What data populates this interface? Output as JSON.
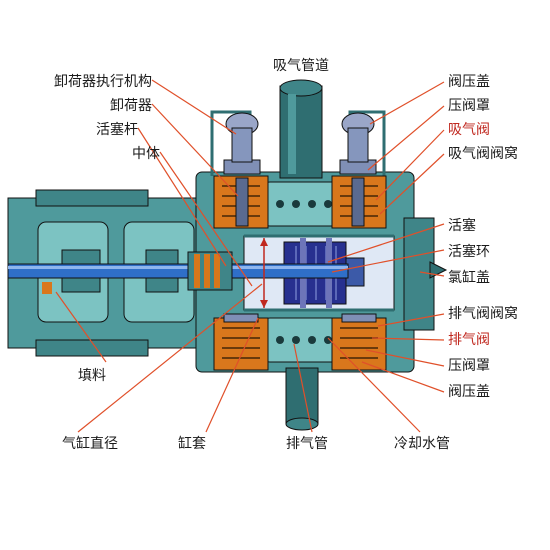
{
  "diagram": {
    "labels_left": [
      "卸荷器执行机构",
      "卸荷器",
      "活塞杆",
      "中体"
    ],
    "label_top": "吸气管道",
    "labels_right_top": [
      {
        "text": "阀压盖",
        "emphasis": false
      },
      {
        "text": "压阀罩",
        "emphasis": false
      },
      {
        "text": "吸气阀",
        "emphasis": true
      },
      {
        "text": "吸气阀阀窝",
        "emphasis": false
      }
    ],
    "labels_right_mid": [
      "活塞",
      "活塞环",
      "氯缸盖"
    ],
    "labels_right_bottom": [
      {
        "text": "排气阀阀窝",
        "emphasis": false
      },
      {
        "text": "排气阀",
        "emphasis": true
      },
      {
        "text": "压阀罩",
        "emphasis": false
      },
      {
        "text": "阀压盖",
        "emphasis": false
      }
    ],
    "label_packing": "填料",
    "labels_bottom": [
      "气缸直径",
      "缸套",
      "排气管",
      "冷却水管"
    ],
    "colors": {
      "body": "#4f9a9c",
      "body_dark": "#2f6e71",
      "body_light": "#7cc3c2",
      "rod": "#2f6fc8",
      "piston": "#27308f",
      "chamber": "#dfe8f5",
      "spring": "#d9771c",
      "leader": "#e0502a",
      "emphasis_text": "#c0281f"
    }
  }
}
